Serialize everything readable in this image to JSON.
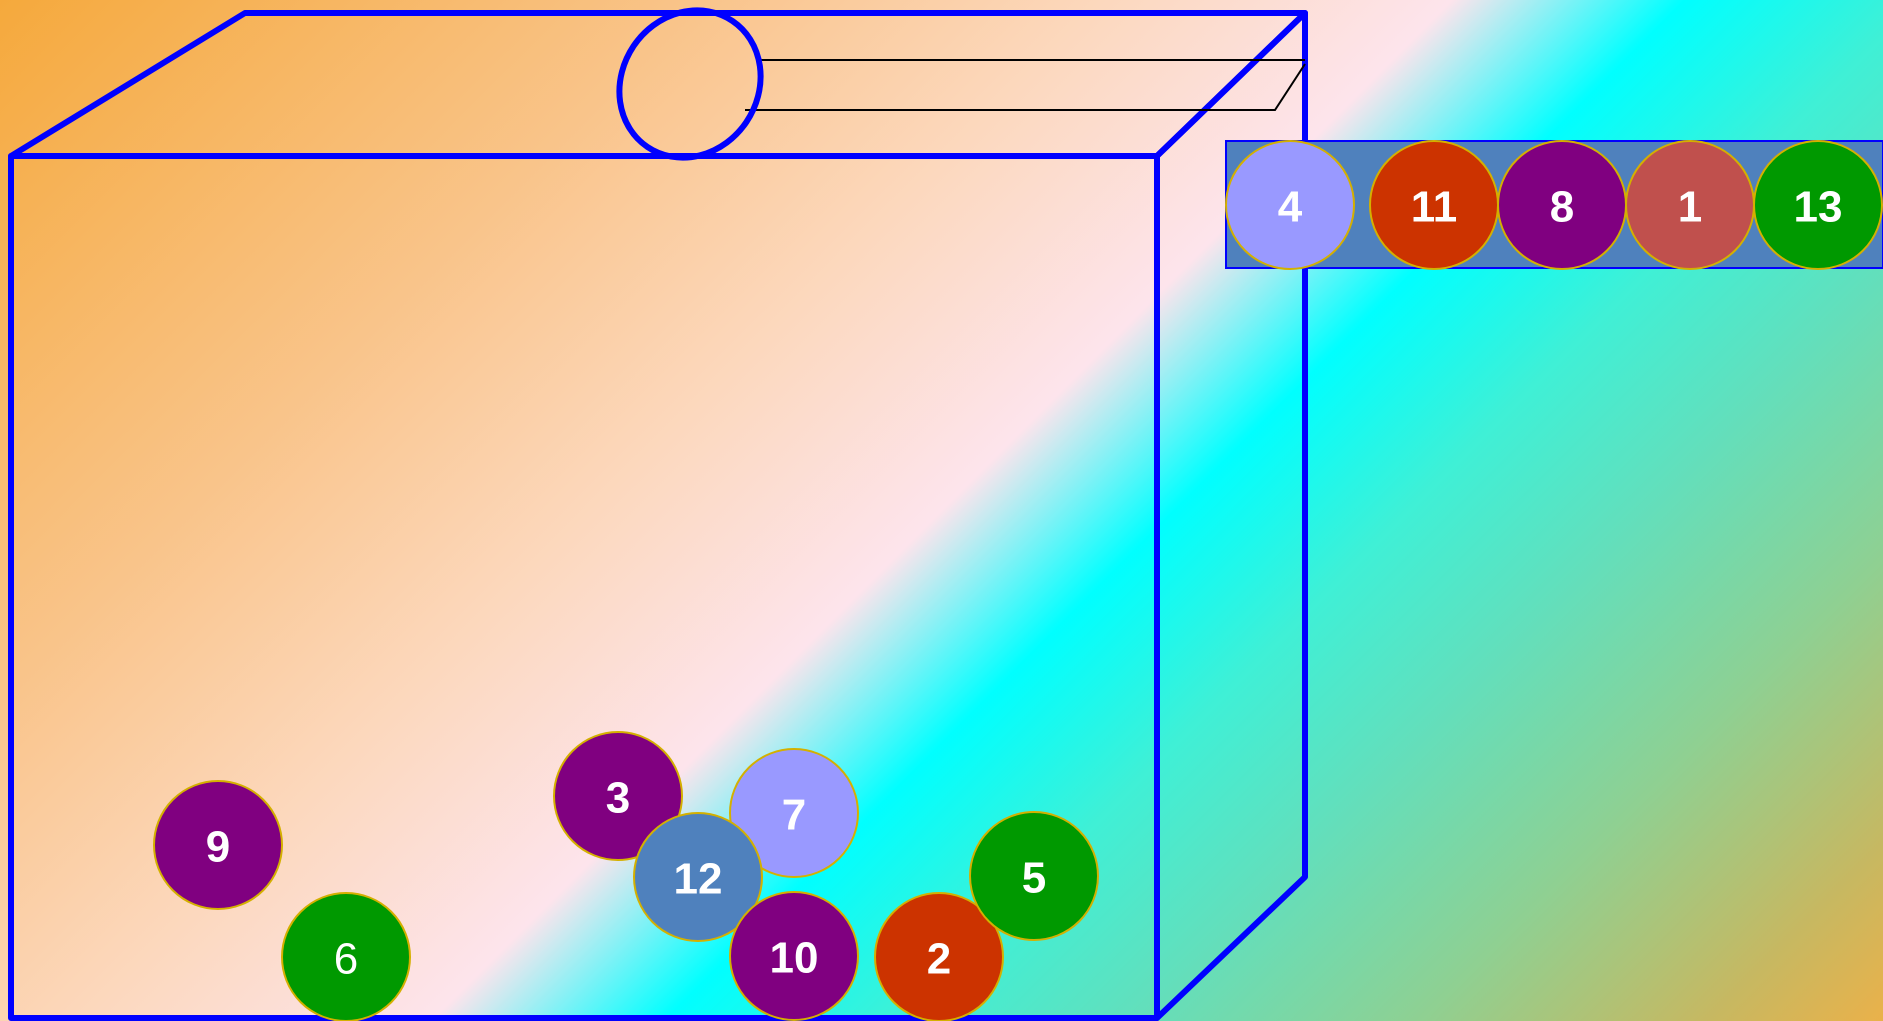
{
  "balls_in_box": [
    {
      "number": "9",
      "color": "#800080"
    },
    {
      "number": "6",
      "color": "#009900"
    },
    {
      "number": "3",
      "color": "#800080"
    },
    {
      "number": "7",
      "color": "#9999ff"
    },
    {
      "number": "12",
      "color": "#4f81bd"
    },
    {
      "number": "10",
      "color": "#800080"
    },
    {
      "number": "2",
      "color": "#cc3300"
    },
    {
      "number": "5",
      "color": "#009900"
    }
  ],
  "balls_in_tray": [
    {
      "number": "4",
      "color": "#9999ff"
    },
    {
      "number": "11",
      "color": "#cc3300"
    },
    {
      "number": "8",
      "color": "#800080"
    },
    {
      "number": "1",
      "color": "#c0504d"
    },
    {
      "number": "13",
      "color": "#009900"
    }
  ],
  "colors": {
    "box_outline": "#0000ff",
    "tray_fill": "#4f81bd",
    "ball_border": "#d4b000",
    "chute_line": "#000000"
  }
}
